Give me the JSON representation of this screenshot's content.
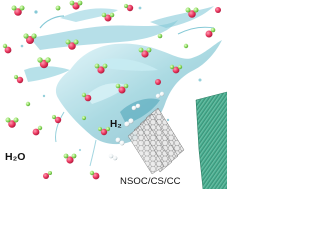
{
  "labels": {
    "h2": "H₂",
    "h2o": "H₂O",
    "caption": "NSOC/CS/CC"
  },
  "colors": {
    "splash": "#5fb8c9",
    "splash_light": "#b9e3ec",
    "oxygen": "#e8345c",
    "hydrogen": "#8fdc5f",
    "hydrogen_gas": "#ffffff",
    "graphite_sheet": "#c9c9c9",
    "carbon_cloth": "#4fb497"
  }
}
